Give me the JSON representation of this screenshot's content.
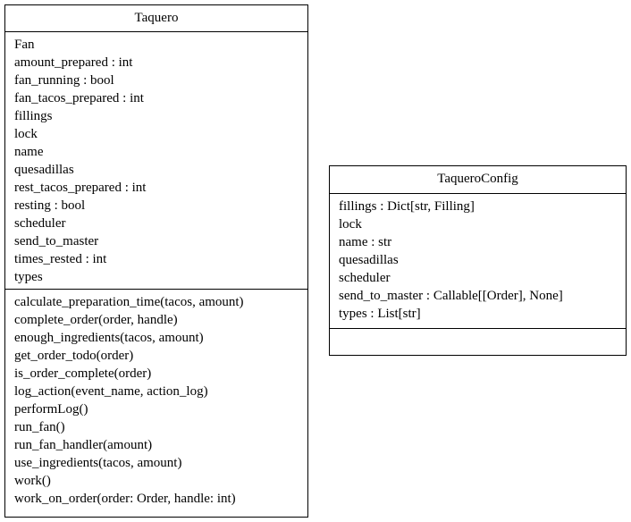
{
  "classes": [
    {
      "name": "Taquero",
      "attributes": [
        "Fan",
        "amount_prepared : int",
        "fan_running : bool",
        "fan_tacos_prepared : int",
        "fillings",
        "lock",
        "name",
        "quesadillas",
        "rest_tacos_prepared : int",
        "resting : bool",
        "scheduler",
        "send_to_master",
        "times_rested : int",
        "types"
      ],
      "methods": [
        "calculate_preparation_time(tacos, amount)",
        "complete_order(order, handle)",
        "enough_ingredients(tacos, amount)",
        "get_order_todo(order)",
        "is_order_complete(order)",
        "log_action(event_name, action_log)",
        "performLog()",
        "run_fan()",
        "run_fan_handler(amount)",
        "use_ingredients(tacos, amount)",
        "work()",
        "work_on_order(order: Order, handle: int)"
      ]
    },
    {
      "name": "TaqueroConfig",
      "attributes": [
        "fillings : Dict[str, Filling]",
        "lock",
        "name : str",
        "quesadillas",
        "scheduler",
        "send_to_master : Callable[[Order], None]",
        "types : List[str]"
      ],
      "methods": []
    }
  ]
}
